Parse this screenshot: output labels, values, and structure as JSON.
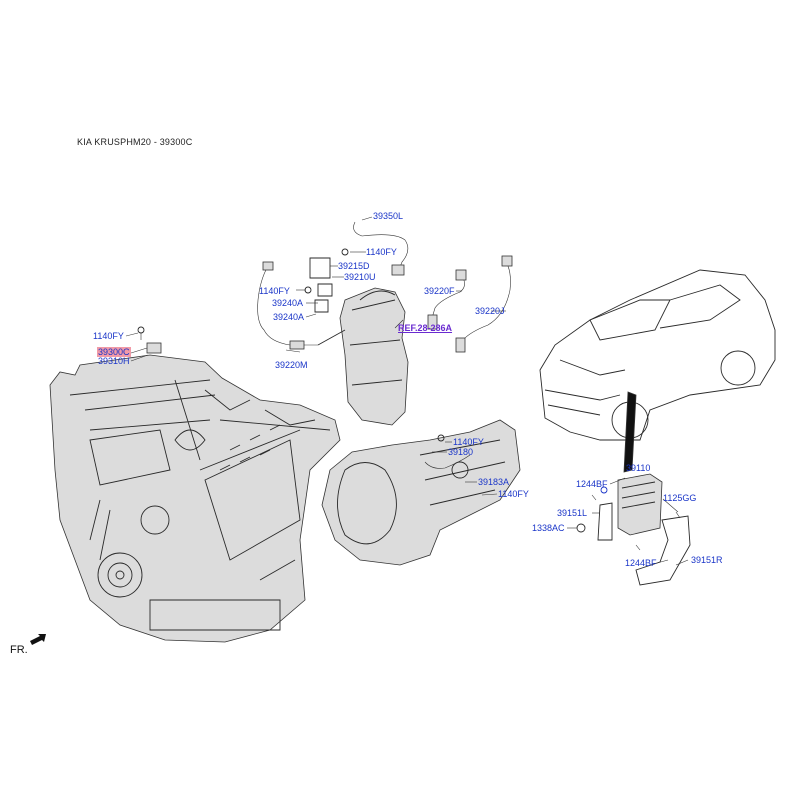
{
  "title": "KIA KRUSPHM20 - 39300C",
  "orientation_label": "FR.",
  "labels": {
    "l_39350L": "39350L",
    "l_1140FY_a": "1140FY",
    "l_39215D": "39215D",
    "l_39210U": "39210U",
    "l_1140FY_b": "1140FY",
    "l_39240A_a": "39240A",
    "l_39240A_b": "39240A",
    "l_39220F": "39220F",
    "l_39220J": "39220J",
    "l_ref": "REF.28-286A",
    "l_39220M": "39220M",
    "l_1140FY_c": "1140FY",
    "l_39300C": "39300C",
    "l_39310H": "39310H",
    "l_1140FY_d": "1140FY",
    "l_39180": "39180",
    "l_39183A": "39183A",
    "l_1140FY_e": "1140FY",
    "l_39110": "39110",
    "l_1244BF_a": "1244BF",
    "l_1125GG": "1125GG",
    "l_39151L": "39151L",
    "l_1338AC": "1338AC",
    "l_1244BF_b": "1244BF",
    "l_39151R": "39151R"
  }
}
